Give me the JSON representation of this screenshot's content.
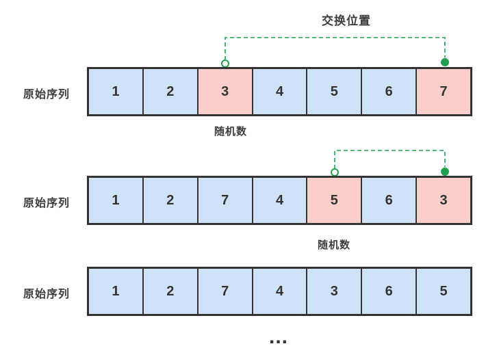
{
  "colors": {
    "cell_blue": "#cfe2f7",
    "cell_pink": "#fbcdcb",
    "cell_border": "#333333",
    "connector_green": "#1fa04e",
    "label_text": "#3d3d3d"
  },
  "labels": {
    "swap_position": "交换位置",
    "ellipsis": "..."
  },
  "rows": [
    {
      "label": "原始序列",
      "values": [
        "1",
        "2",
        "3",
        "4",
        "5",
        "6",
        "7"
      ],
      "highlighted": [
        2,
        6
      ],
      "random_label": "随机数"
    },
    {
      "label": "原始序列",
      "values": [
        "1",
        "2",
        "7",
        "4",
        "5",
        "6",
        "3"
      ],
      "highlighted": [
        4,
        6
      ],
      "random_label": "随机数"
    },
    {
      "label": "原始序列",
      "values": [
        "1",
        "2",
        "7",
        "4",
        "3",
        "6",
        "5"
      ],
      "highlighted": []
    }
  ]
}
